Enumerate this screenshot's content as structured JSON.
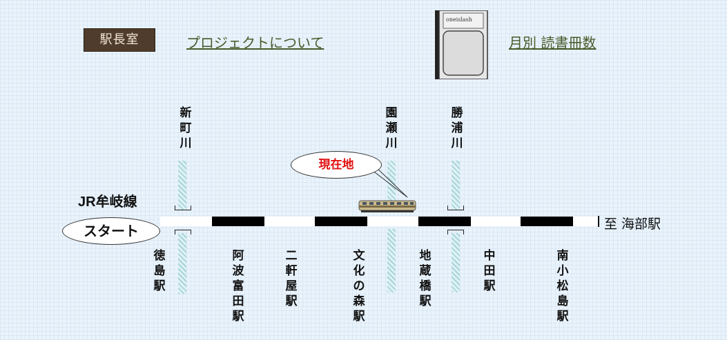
{
  "header": {
    "stationmaster_label": "駅長室",
    "project_link": "プロジェクトについて",
    "monthly_link": "月別 読書冊数",
    "book_cover_text": "oneislash"
  },
  "line": {
    "name": "JR牟岐線",
    "destination": "至 海部駅",
    "start_label": "スタート",
    "current_location_label": "現在地"
  },
  "rivers": [
    {
      "name": "新町川"
    },
    {
      "name": "園瀬川"
    },
    {
      "name": "勝浦川"
    }
  ],
  "stations": [
    {
      "name": "徳島駅"
    },
    {
      "name": "阿波富田駅"
    },
    {
      "name": "二軒屋駅"
    },
    {
      "name": "文化の森駅"
    },
    {
      "name": "地蔵橋駅"
    },
    {
      "name": "中田駅"
    },
    {
      "name": "南小松島駅"
    }
  ],
  "colors": {
    "accent_red": "#e01010",
    "stationmaster_bg": "#4f3c2c",
    "link_color": "#4a5a2a"
  }
}
